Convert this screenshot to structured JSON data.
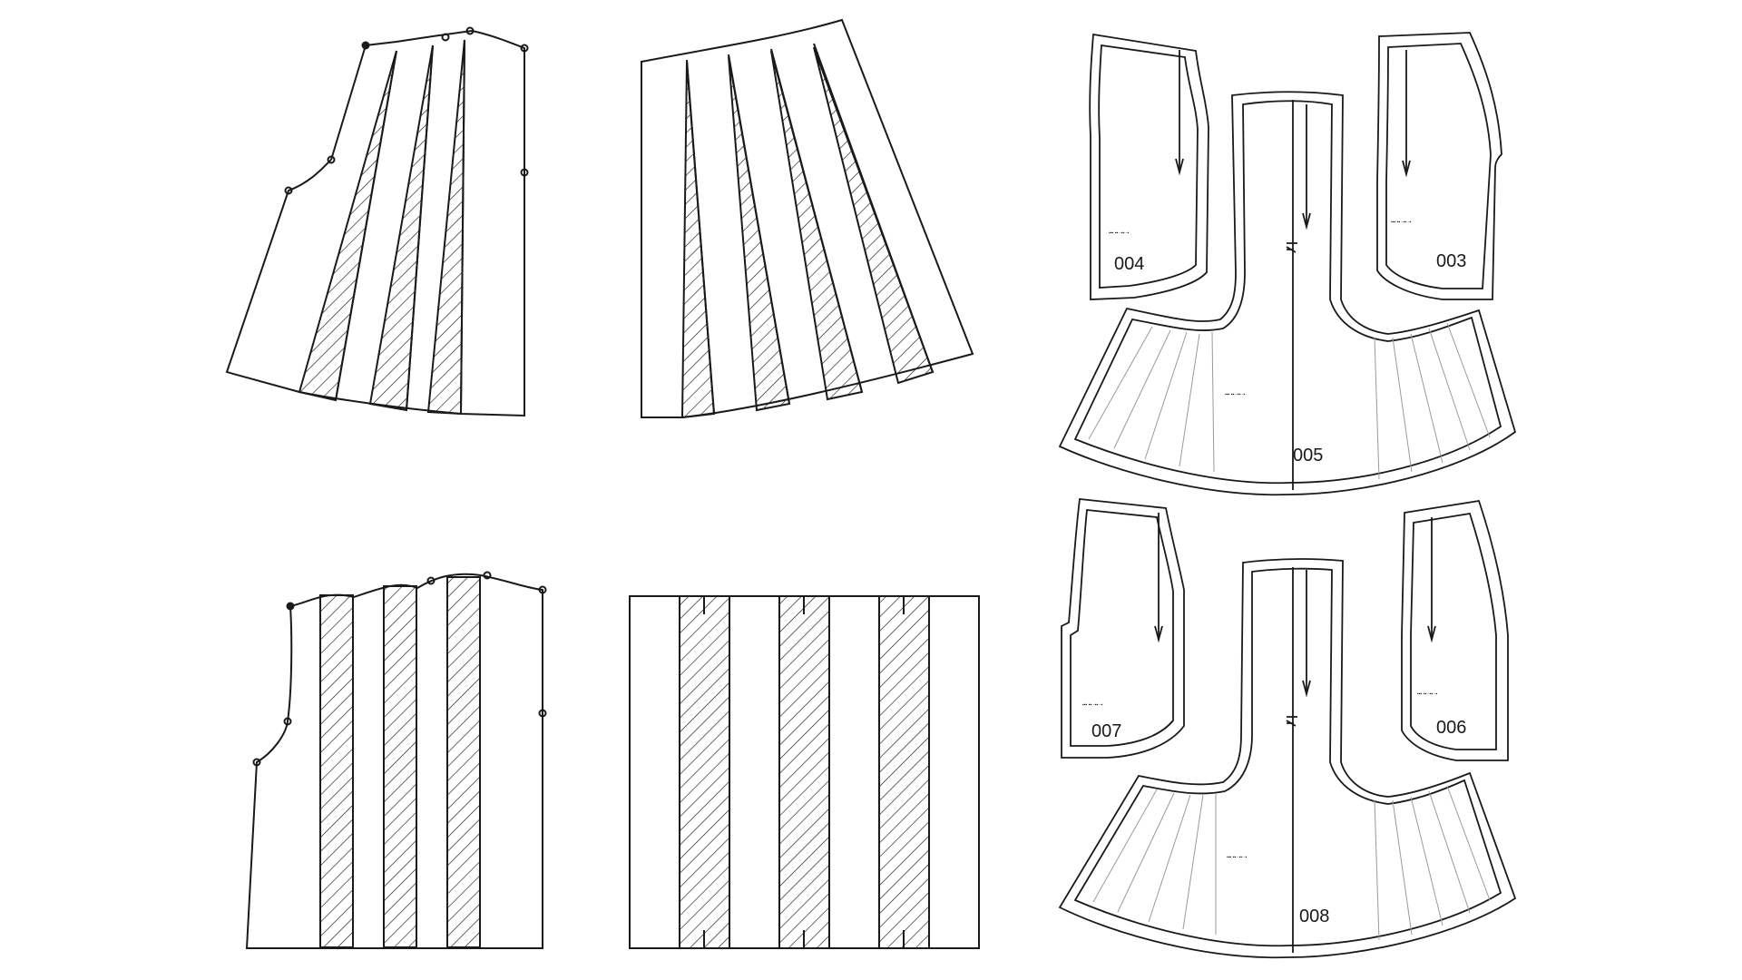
{
  "colors": {
    "line": "#1a1a1a",
    "fine_line": "#9a9a9a",
    "background": "#ffffff"
  },
  "pattern_pieces": [
    {
      "id": "p003",
      "label": "003"
    },
    {
      "id": "p004",
      "label": "004"
    },
    {
      "id": "p005",
      "label": "005"
    },
    {
      "id": "p006",
      "label": "006"
    },
    {
      "id": "p007",
      "label": "007"
    },
    {
      "id": "p008",
      "label": "008"
    }
  ],
  "icons": [
    "hatch-pattern",
    "grainline-arrow",
    "notch-mark"
  ]
}
